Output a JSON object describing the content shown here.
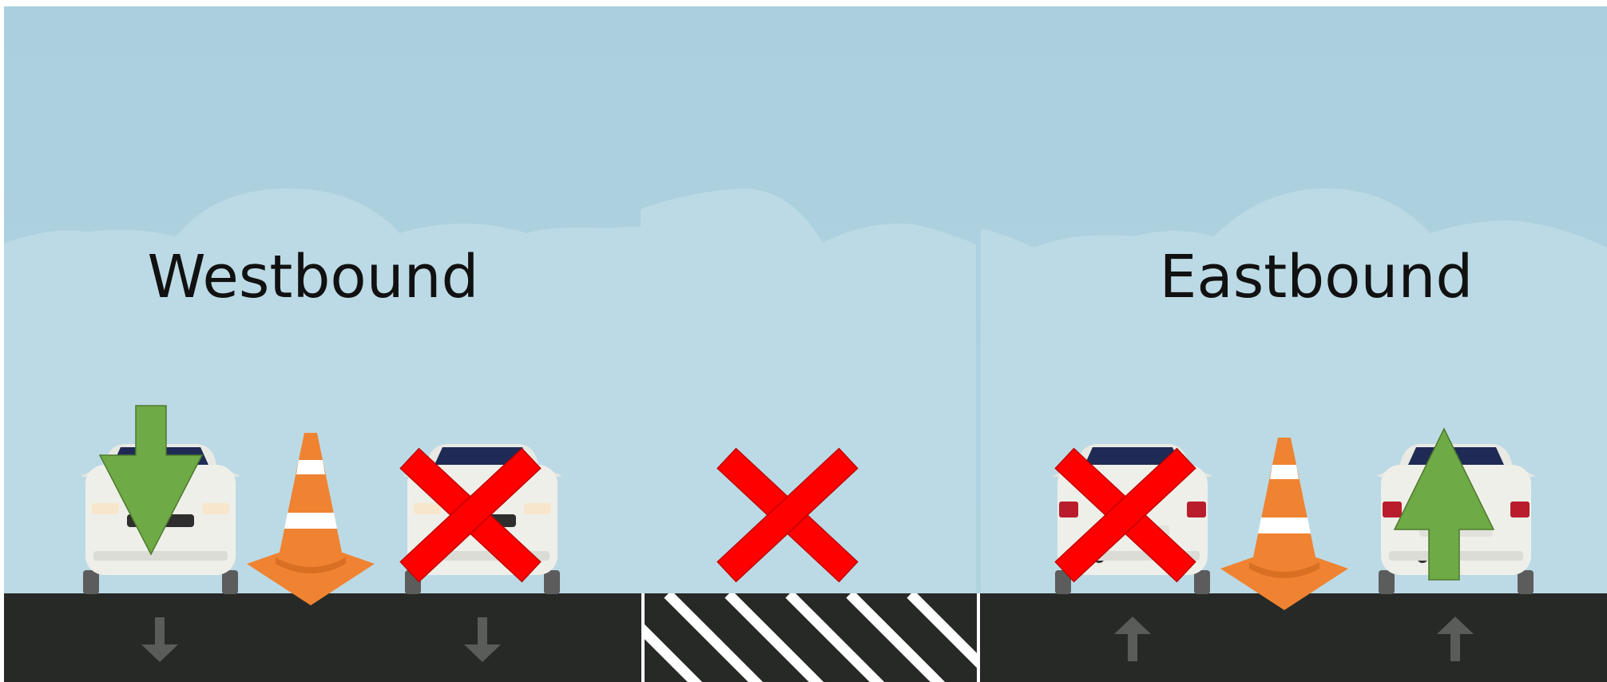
{
  "labels": {
    "westbound": "Westbound",
    "eastbound": "Eastbound"
  },
  "colors": {
    "sky": "#aed0de",
    "cloud": "#bcdae5",
    "road": "#272927",
    "lane_arrow": "#5a5c5a",
    "hatch": "#ffffff",
    "closed_x": "#ff0000",
    "open_arrow": "#6eaa45",
    "cone": "#ee8130",
    "car_body": "#efefe9",
    "car_window": "#1f2a55",
    "car_tail": "#b91d2c"
  },
  "lanes": [
    {
      "id": "westbound-lane-1",
      "direction": "westbound",
      "status": "open",
      "marker": "green-down-arrow"
    },
    {
      "id": "westbound-lane-2",
      "direction": "westbound",
      "status": "closed",
      "marker": "red-x"
    },
    {
      "id": "median",
      "direction": "none",
      "status": "closed",
      "marker": "red-x"
    },
    {
      "id": "eastbound-lane-1",
      "direction": "eastbound",
      "status": "closed",
      "marker": "red-x"
    },
    {
      "id": "eastbound-lane-2",
      "direction": "eastbound",
      "status": "open",
      "marker": "green-up-arrow"
    }
  ]
}
